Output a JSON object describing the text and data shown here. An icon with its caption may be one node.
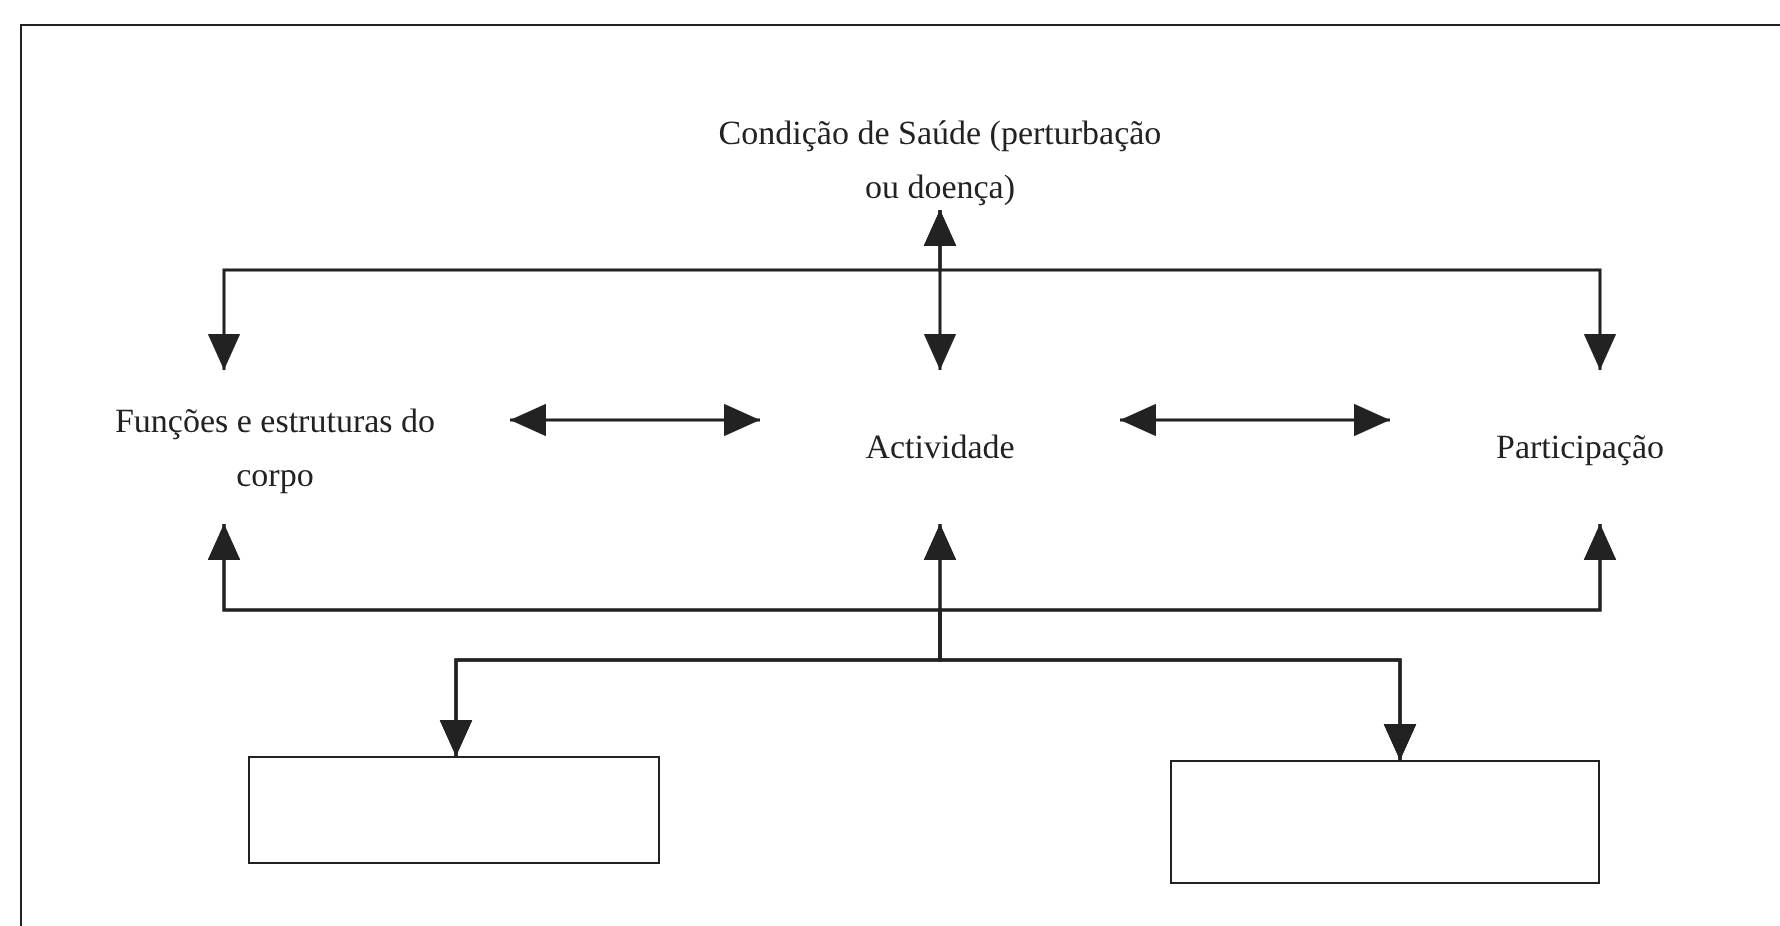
{
  "diagram": {
    "nodes": [
      {
        "text": [
          "Condição de Saúde (perturbação ou doença)"
        ]
      },
      {
        "text": [
          "Funções e estruturas do corpo"
        ]
      },
      {
        "text": [
          "Actividade"
        ]
      },
      {
        "text": [
          "Participação"
        ]
      },
      {
        "text": [],
        "shape": "box"
      },
      {
        "text": [],
        "shape": "box"
      }
    ],
    "edges": [
      {
        "from": 0,
        "to": 2,
        "arrow": "both"
      },
      {
        "from": 0,
        "to": 1,
        "arrow": "both"
      },
      {
        "from": 0,
        "to": 3,
        "arrow": "both"
      },
      {
        "from": 1,
        "to": 2,
        "arrow": "both"
      },
      {
        "from": 2,
        "to": 3,
        "arrow": "both"
      },
      {
        "from": 4,
        "to": 2,
        "arrow": "both"
      },
      {
        "from": 5,
        "to": 2,
        "arrow": "both"
      },
      {
        "from": 4,
        "to": 1,
        "arrow": "both"
      },
      {
        "from": 5,
        "to": 1,
        "arrow": "both"
      },
      {
        "from": 4,
        "to": 3,
        "arrow": "both"
      },
      {
        "from": 5,
        "to": 3,
        "arrow": "both"
      }
    ]
  }
}
